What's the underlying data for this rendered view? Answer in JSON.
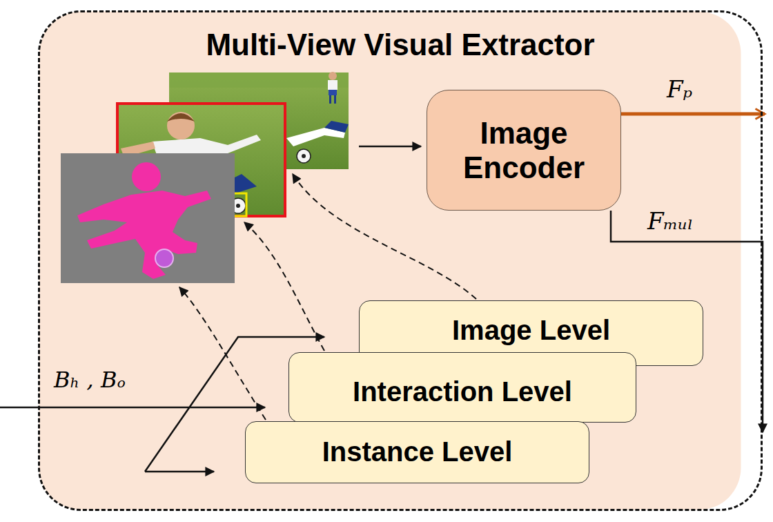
{
  "diagram": {
    "nodes": [
      {
        "text": [
          "Multi-View Visual Extractor"
        ]
      },
      {
        "text": [
          "Image Encoder"
        ],
        "in": 0
      },
      {
        "text": [
          "Image Level"
        ],
        "in": 0
      },
      {
        "text": [
          "Interaction Level"
        ],
        "in": 0
      },
      {
        "text": [
          "Instance Level"
        ],
        "in": 0
      }
    ],
    "labels": [
      "Fₚ",
      "Fₘᵤₗ",
      "Bₕ , Bₒ"
    ]
  }
}
